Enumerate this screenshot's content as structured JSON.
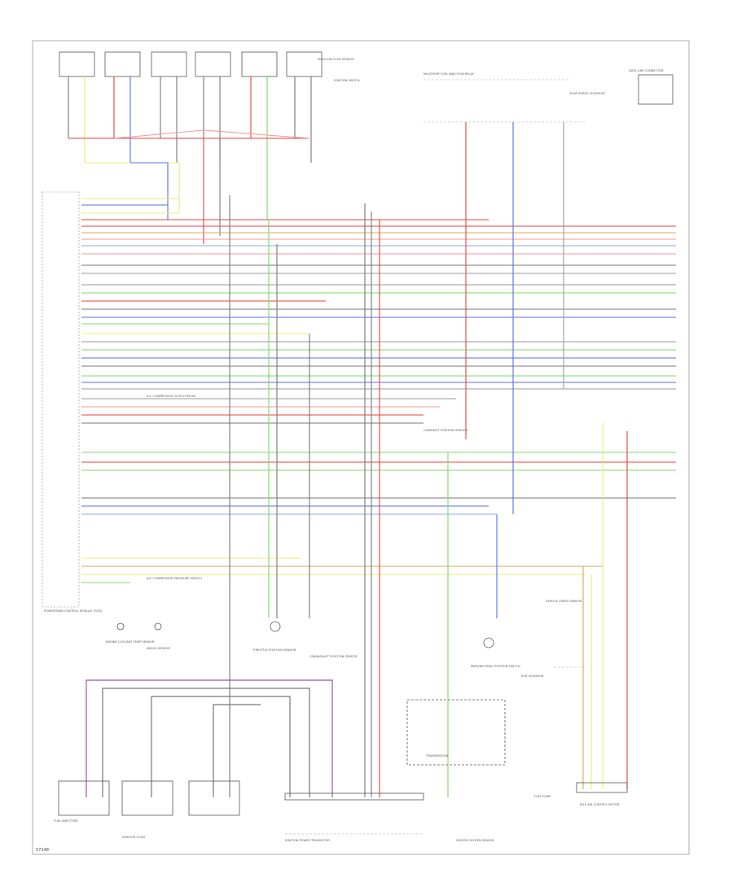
{
  "footer": {
    "code": "57248"
  },
  "labels": {
    "powertrain_control_module": "POWERTRAIN CONTROL MODULE (PCM)",
    "ignition_coils": "IGNITION COILS",
    "ignition_power_transistor": "IGNITION POWER TRANSISTOR",
    "transmission": "TRANSMISSION",
    "heated_oxygen_sensor": "HEATED OXYGEN SENSOR",
    "fuel_injectors": "FUEL INJECTORS",
    "multiport_fuel_injection_relay": "MULTIPORT FUEL INJECTION RELAY",
    "data_link_connector": "DATA LINK CONNECTOR",
    "ac_compressor_clutch_relay": "A/C COMPRESSOR CLUTCH RELAY",
    "ac_compressor_pressure_switch": "A/C COMPRESSOR PRESSURE SWITCH",
    "engine_coolant_temp_sensor": "ENGINE COOLANT TEMP SENSOR",
    "knock_sensor": "KNOCK SENSOR",
    "throttle_position_sensor": "THROTTLE POSITION SENSOR",
    "crankshaft_position_sensor": "CRANKSHAFT POSITION SENSOR",
    "camshaft_position_sensor": "CAMSHAFT POSITION SENSOR",
    "park_neutral_position_switch": "PARK/NEUTRAL POSITION SWITCH",
    "vehicle_speed_sensor": "VEHICLE SPEED SENSOR",
    "ignition_switch": "IGNITION SWITCH",
    "fuel_pump": "FUEL PUMP",
    "egr_solenoid": "EGR SOLENOID",
    "idle_air_control_motor": "IDLE AIR CONTROL MOTOR",
    "mass_air_flow_sensor": "MASS AIR FLOW SENSOR",
    "evap_purge_solenoid": "EVAP PURGE SOLENOID"
  },
  "wire_colors": {
    "red": "#e8403c",
    "pink": "#f49a98",
    "yellow": "#ecec7a",
    "green": "#7cd86a",
    "blue": "#5a6ee0",
    "gray": "#9a9a9a",
    "dark": "#555555",
    "orange": "#d9a85a",
    "purple": "#a050b0",
    "light_blue": "#8aa8f0"
  }
}
